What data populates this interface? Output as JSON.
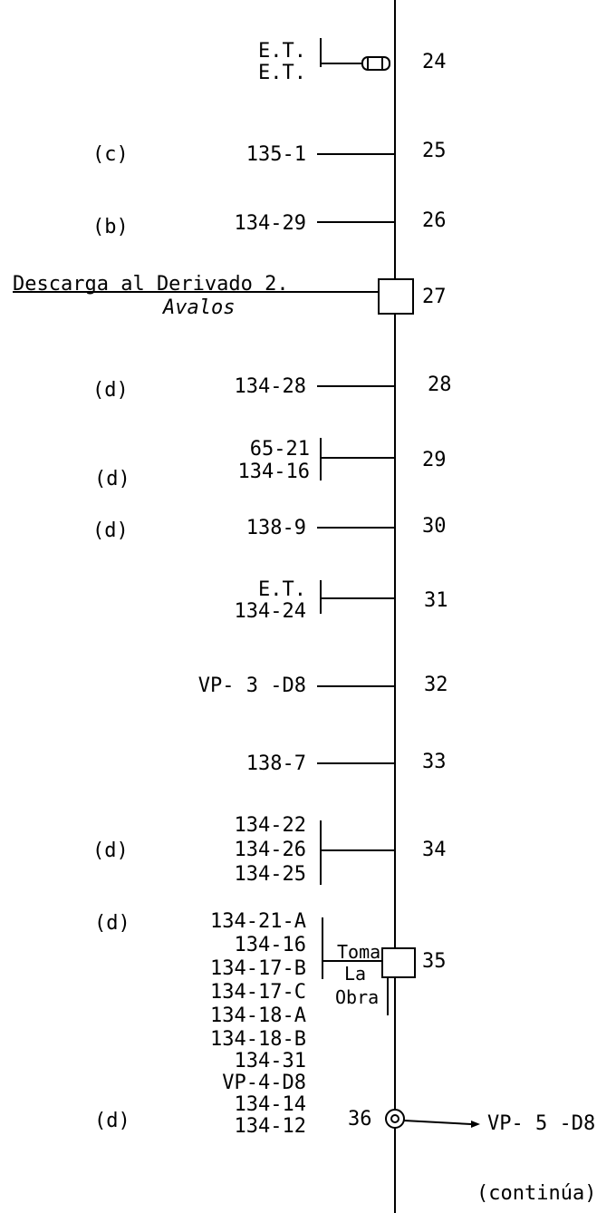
{
  "nodes": [
    {
      "number": "24",
      "labels": [
        "E.T.",
        "E.T."
      ],
      "qualifier": ""
    },
    {
      "number": "25",
      "labels": [
        "135-1"
      ],
      "qualifier": "(c)"
    },
    {
      "number": "26",
      "labels": [
        "134-29"
      ],
      "qualifier": "(b)"
    },
    {
      "number": "27",
      "labels": [
        "Descarga al Derivado 2.",
        "Avalos"
      ],
      "qualifier": ""
    },
    {
      "number": "28",
      "labels": [
        "134-28"
      ],
      "qualifier": "(d)"
    },
    {
      "number": "29",
      "labels": [
        "65-21",
        "134-16"
      ],
      "qualifier": "(d)"
    },
    {
      "number": "30",
      "labels": [
        "138-9"
      ],
      "qualifier": "(d)"
    },
    {
      "number": "31",
      "labels": [
        "E.T.",
        "134-24"
      ],
      "qualifier": ""
    },
    {
      "number": "32",
      "labels": [
        "VP- 3 -D8"
      ],
      "qualifier": ""
    },
    {
      "number": "33",
      "labels": [
        "138-7"
      ],
      "qualifier": ""
    },
    {
      "number": "34",
      "labels": [
        "134-22",
        "134-26",
        "134-25"
      ],
      "qualifier": "(d)"
    },
    {
      "number": "35",
      "labels": [
        "134-21-A",
        "134-16",
        "134-17-B",
        "134-17-C",
        "134-18-A"
      ],
      "qualifier": "(d)",
      "structure": [
        "Toma",
        "La",
        "Obra"
      ]
    },
    {
      "number": "36",
      "labels": [
        "134-18-B",
        "134-31",
        "VP-4-D8",
        "134-14",
        "134-12"
      ],
      "qualifier": "(d)",
      "outlet": "VP- 5 -D8"
    }
  ],
  "footer": "(continúa)"
}
